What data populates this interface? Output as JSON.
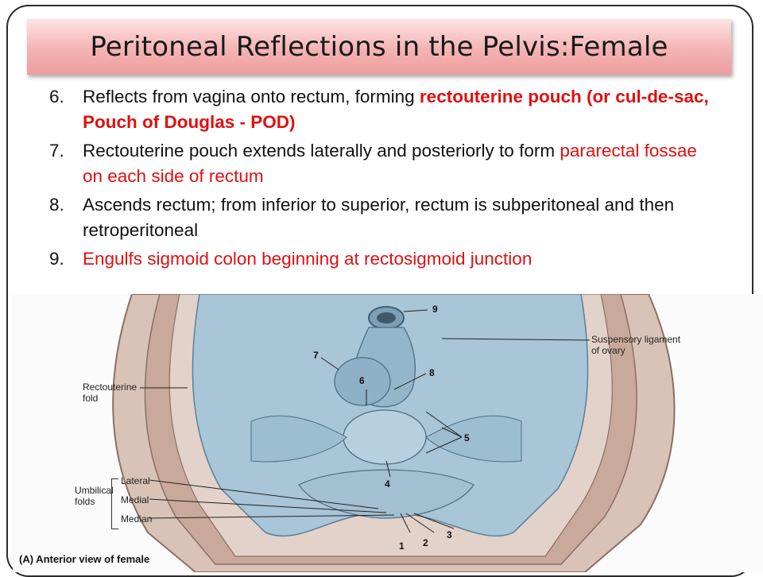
{
  "slide": {
    "title": "Peritoneal Reflections in the Pelvis:Female"
  },
  "bullets": [
    {
      "num": "6.",
      "parts": [
        {
          "text": "Reflects from vagina onto rectum, forming ",
          "style": "plain"
        },
        {
          "text": "rectouterine pouch (or cul-de-sac, Pouch of Douglas - POD)",
          "style": "red-bold"
        }
      ]
    },
    {
      "num": "7.",
      "parts": [
        {
          "text": "Rectouterine pouch extends laterally and posteriorly to form ",
          "style": "plain"
        },
        {
          "text": "pararectal fossae on each side of rectum",
          "style": "red"
        }
      ]
    },
    {
      "num": "8.",
      "parts": [
        {
          "text": "Ascends rectum; from inferior to superior, rectum is subperitoneal and then retroperitoneal",
          "style": "plain"
        }
      ]
    },
    {
      "num": "9.",
      "parts": [
        {
          "text": "Engulfs sigmoid colon beginning at rectosigmoid junction",
          "style": "red"
        }
      ]
    }
  ],
  "figure": {
    "caption": "(A) Anterior view of female",
    "labels": {
      "suspensory": "Suspensory ligament of ovary",
      "rectouterine_fold": "Rectouterine fold",
      "umbilical_folds": "Umbilical folds",
      "lateral": "Lateral",
      "medial": "Medial",
      "median": "Median"
    },
    "numbers": [
      "1",
      "2",
      "3",
      "4",
      "5",
      "6",
      "7",
      "8",
      "9"
    ]
  }
}
